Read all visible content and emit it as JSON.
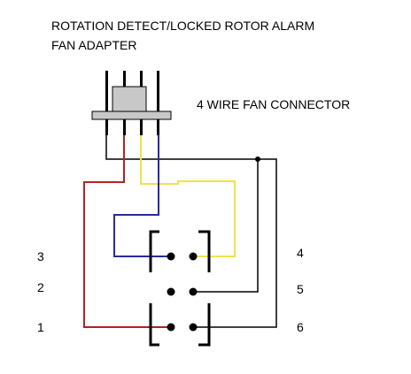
{
  "title_line1": "ROTATION DETECT/LOCKED ROTOR ALARM",
  "title_line2": "FAN ADAPTER",
  "connector_label": "4 WIRE FAN CONNECTOR",
  "pin_labels": {
    "p1": "1",
    "p2": "2",
    "p3": "3",
    "p4": "4",
    "p5": "5",
    "p6": "6"
  },
  "colors": {
    "red_wire": "#b22222",
    "blue_wire": "#2a2aa0",
    "yellow_wire": "#f0e24a",
    "black_wire": "#000000",
    "connector_body": "#c8c8c8"
  }
}
